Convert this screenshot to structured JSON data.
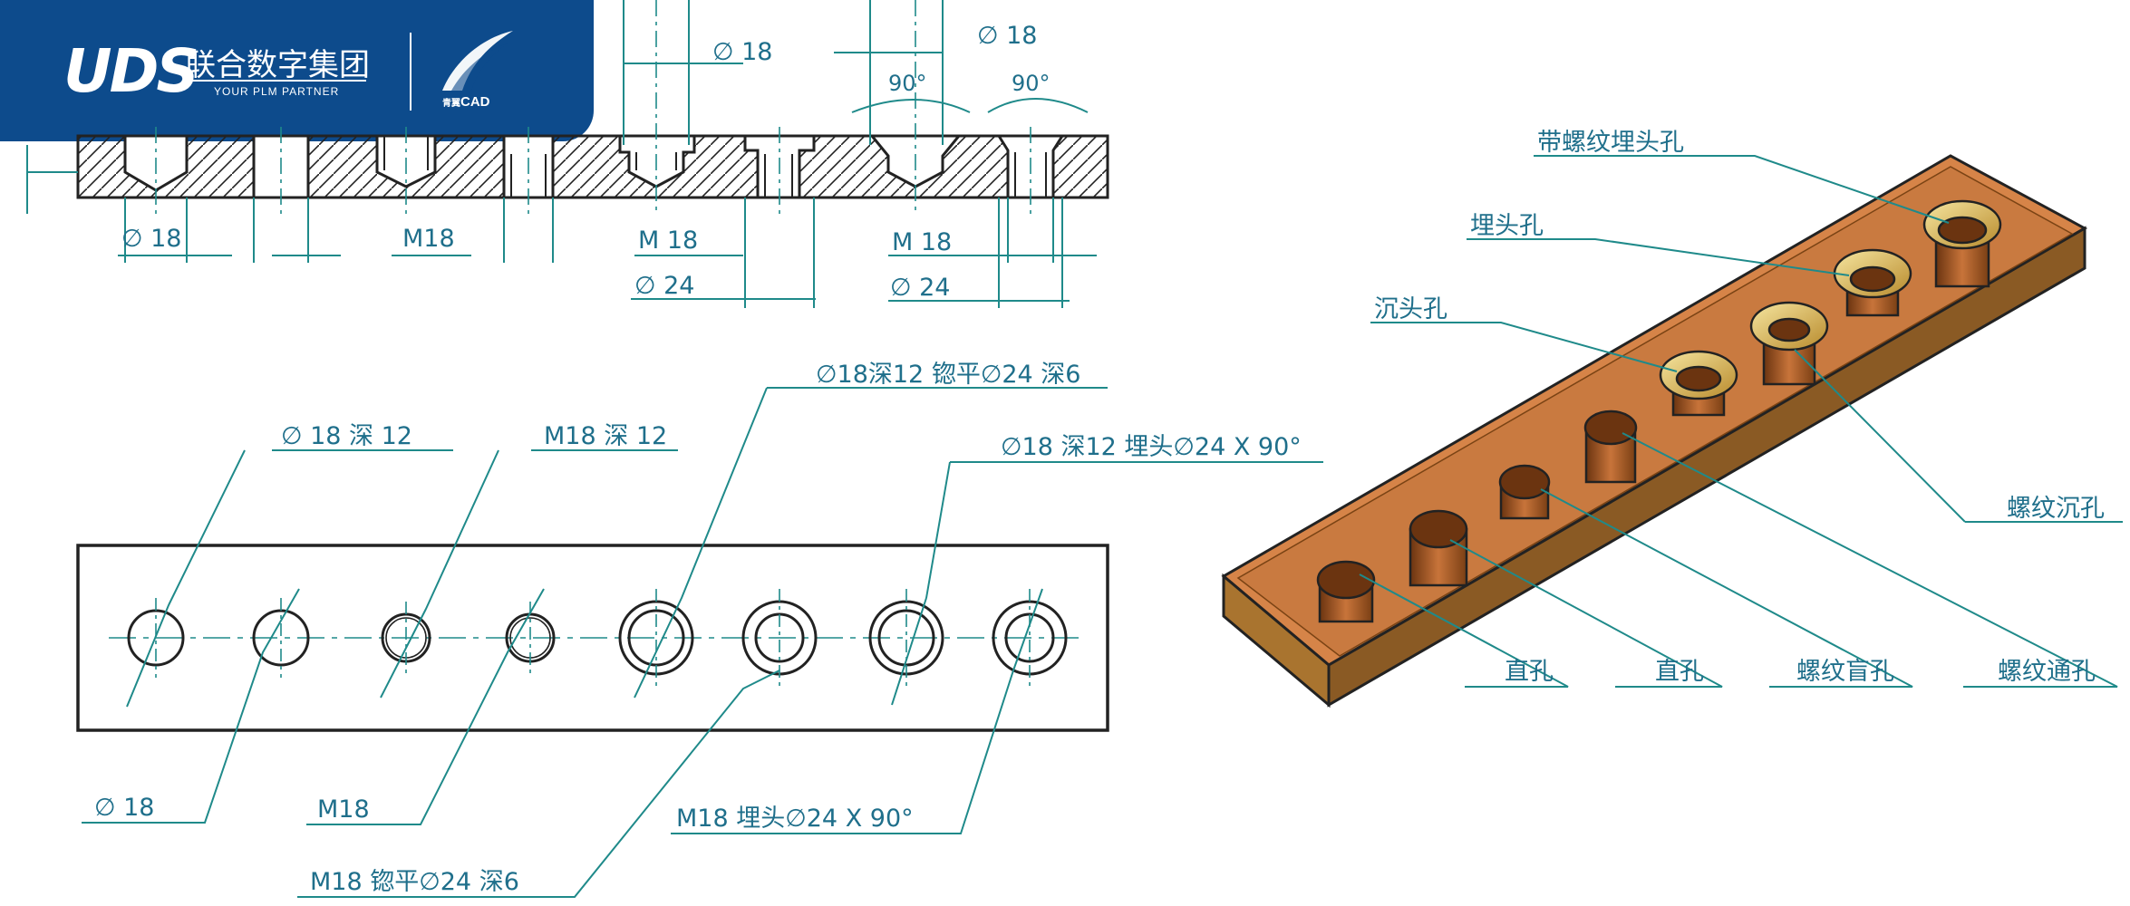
{
  "brand": {
    "uds": "UDS",
    "name_cn": "联合数字集团",
    "tagline": "YOUR PLM PARTNER",
    "cad_prefix": "青翼",
    "cad": "CAD"
  },
  "colors": {
    "banner": "#0d4b8c",
    "dimension": "#1f8a8a",
    "label_text": "#1f6f8b",
    "part_top": "#d68448",
    "part_side": "#8a5a24",
    "part_end": "#a9742f"
  },
  "section_view": {
    "labels": {
      "top_dia_1": "∅ 18",
      "top_dia_2": "∅ 18",
      "angle_1": "90°",
      "angle_2": "90°",
      "bottom_1": "∅ 18",
      "bottom_2": "M18",
      "bottom_3": "M 18",
      "bottom_4": "∅ 24",
      "bottom_5": "M 18",
      "bottom_6": "∅ 24"
    }
  },
  "top_view": {
    "callouts": {
      "c1": "∅ 18 深 12",
      "c2": "M18 深 12",
      "c3": "∅18深12 锪平∅24 深6",
      "c4": "∅18 深12 埋头∅24 X 90°",
      "c5": "∅ 18",
      "c6": "M18",
      "c7": "M18 埋头∅24 X 90°",
      "c8": "M18 锪平∅24 深6"
    }
  },
  "iso_view": {
    "labels": {
      "threaded_countersink": "带螺纹埋头孔",
      "countersink": "埋头孔",
      "counterbore": "沉头孔",
      "threaded_counterbore": "螺纹沉孔",
      "simple_1": "直孔",
      "simple_2": "直孔",
      "threaded_blind": "螺纹盲孔",
      "threaded_through": "螺纹通孔"
    }
  }
}
